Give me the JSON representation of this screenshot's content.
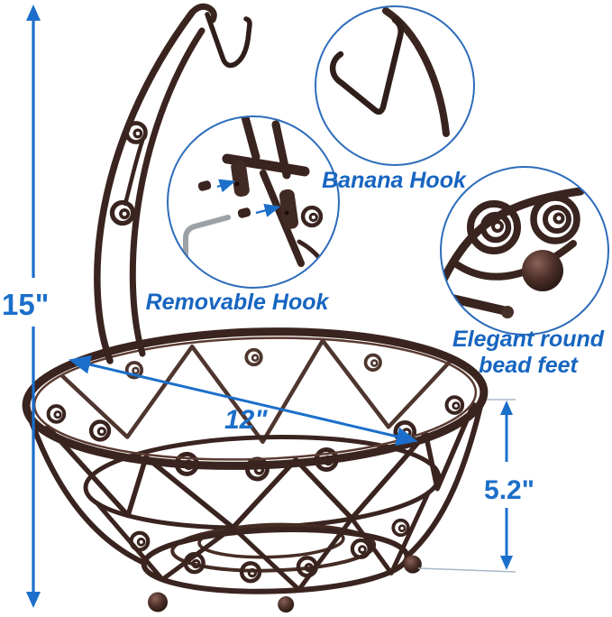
{
  "annotations": {
    "height": "15\"",
    "diameter": "12\"",
    "depth": "5.2\"",
    "banana_hook": "Banana Hook",
    "removable_hook": "Removable Hook",
    "bead_feet_line1": "Elegant round",
    "bead_feet_line2": "bead feet"
  },
  "colors": {
    "label_blue": "#1765c0",
    "dimension_blue": "#1b6fca",
    "callout_circle_stroke": "#2d6cba",
    "metal_dark": "#3a241f",
    "allen_key_gray": "#9ba1a7",
    "background": "#ffffff"
  }
}
